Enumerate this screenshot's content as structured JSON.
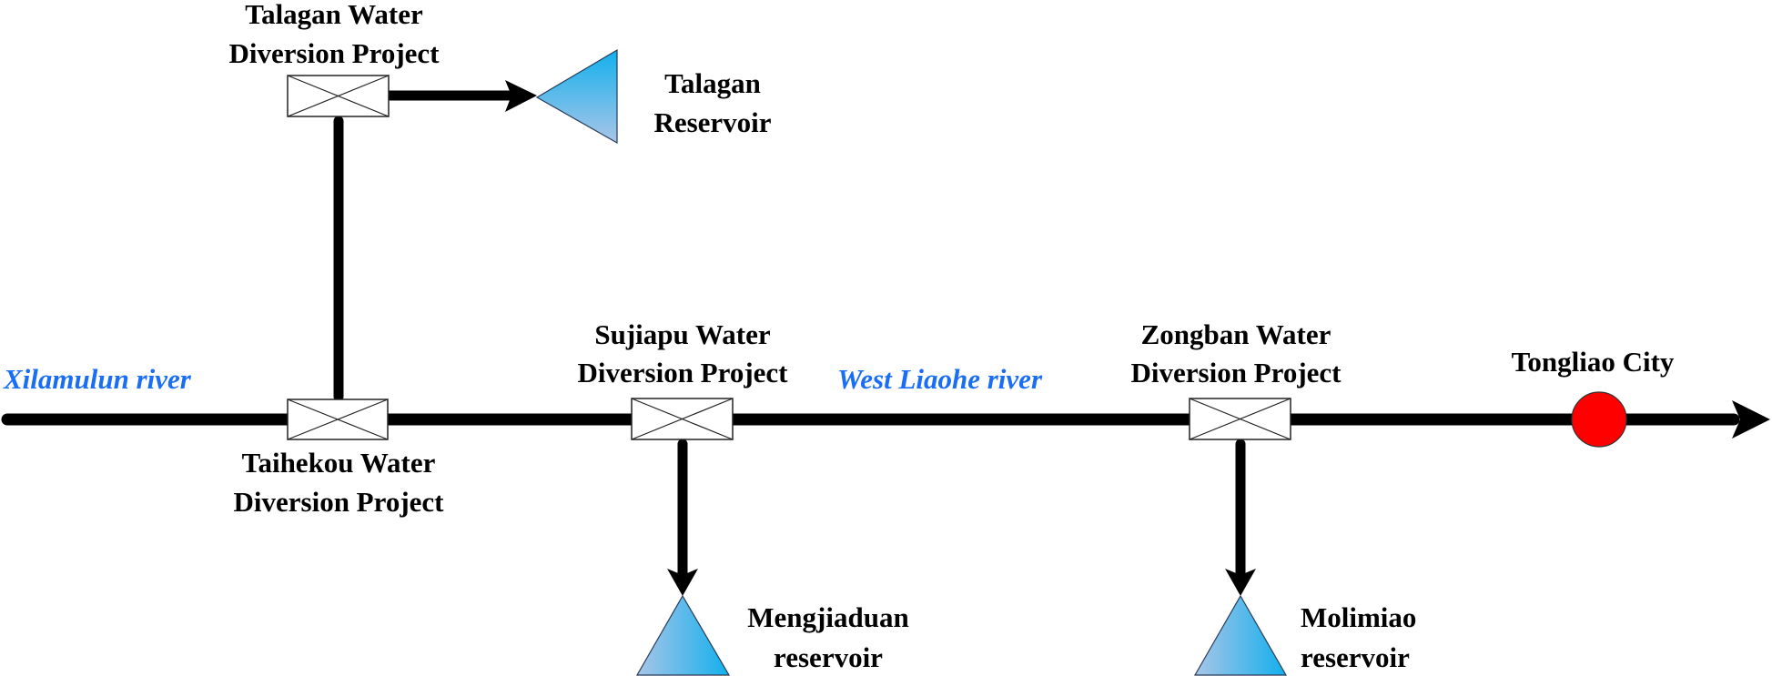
{
  "colors": {
    "line": "#000000",
    "river_label": "#1a6ef5",
    "city_fill": "#ff0000",
    "reservoir_gradient_light": "#a9c5e8",
    "reservoir_gradient_dark": "#12b0ec",
    "box_fill": "#ffffff"
  },
  "rivers": [
    {
      "id": "xilamulun",
      "label": "Xilamulun river"
    },
    {
      "id": "west-liaohe",
      "label": "West Liaohe river"
    }
  ],
  "projects": [
    {
      "id": "talagan",
      "lines": [
        "Talagan Water",
        "Diversion Project"
      ]
    },
    {
      "id": "taihekou",
      "lines": [
        "Taihekou Water",
        "Diversion Project"
      ]
    },
    {
      "id": "sujiapu",
      "lines": [
        "Sujiapu Water",
        "Diversion Project"
      ]
    },
    {
      "id": "zongban",
      "lines": [
        "Zongban Water",
        "Diversion Project"
      ]
    }
  ],
  "reservoirs": [
    {
      "id": "talagan",
      "lines": [
        "Talagan",
        "Reservoir"
      ],
      "fed_by": "talagan"
    },
    {
      "id": "mengjiaduan",
      "lines": [
        "Mengjiaduan",
        "reservoir"
      ],
      "fed_by": "sujiapu"
    },
    {
      "id": "molimiao",
      "lines": [
        "Molimiao",
        "reservoir"
      ],
      "fed_by": "zongban"
    }
  ],
  "city": {
    "id": "tongliao",
    "label": "Tongliao City"
  }
}
